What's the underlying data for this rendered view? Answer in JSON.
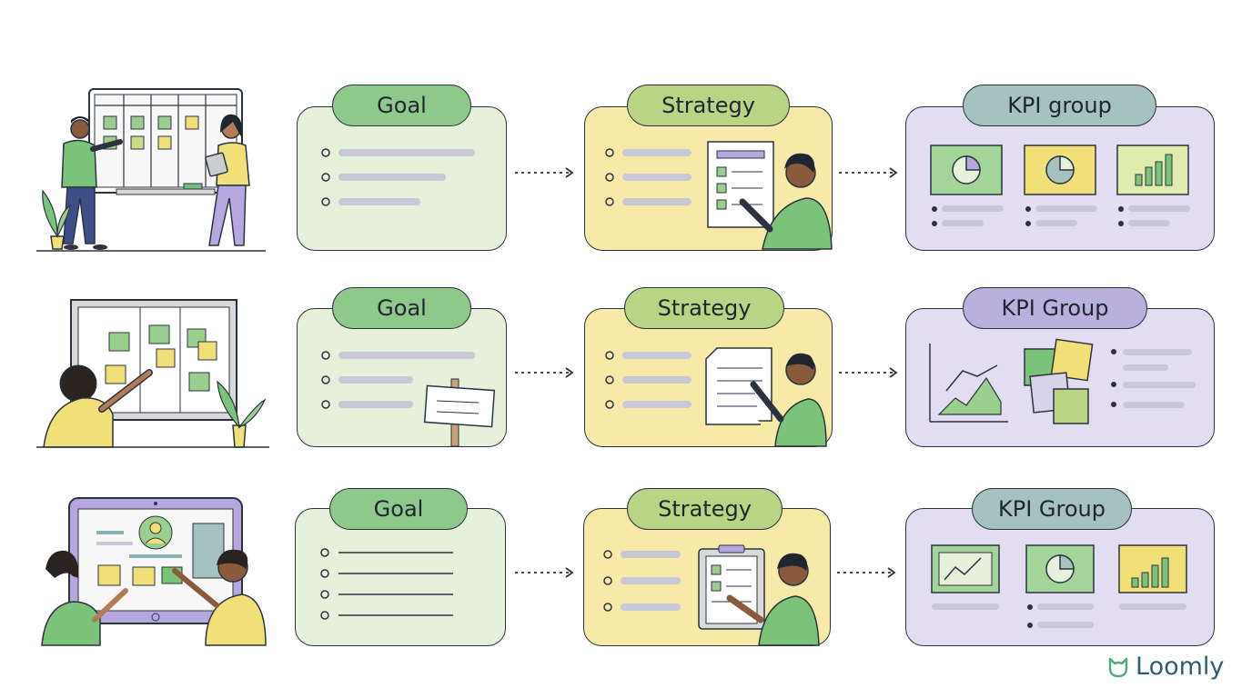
{
  "rows": [
    {
      "goal": "Goal",
      "strategy": "Strategy",
      "kpi": "KPI group"
    },
    {
      "goal": "Goal",
      "strategy": "Strategy",
      "kpi": "KPI Group"
    },
    {
      "goal": "Goal",
      "strategy": "Strategy",
      "kpi": "KPI Group"
    }
  ],
  "brand": {
    "name": "Loomly",
    "icon": "cat-head-icon"
  },
  "colors": {
    "goal_card": "#e6f1db",
    "goal_pill": "#8ec98b",
    "strategy_card": "#f7eaa8",
    "strategy_pill": "#b9d485",
    "kpi_card": "#e3ddf1",
    "kpi_pill_teal": "#a6c2be",
    "kpi_pill_lavender": "#b9b0de"
  }
}
